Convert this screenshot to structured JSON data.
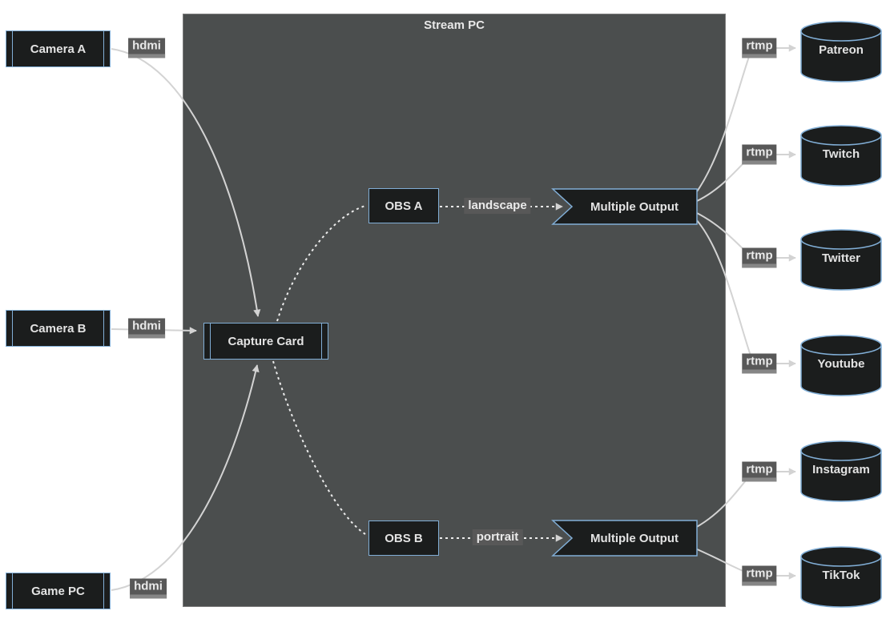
{
  "diagram": {
    "type": "flowchart",
    "cluster": {
      "title": "Stream PC"
    },
    "nodes": {
      "camera_a": {
        "label": "Camera A",
        "shape": "subroutine"
      },
      "camera_b": {
        "label": "Camera B",
        "shape": "subroutine"
      },
      "game_pc": {
        "label": "Game PC",
        "shape": "subroutine"
      },
      "capture_card": {
        "label": "Capture Card",
        "shape": "subroutine"
      },
      "obs_a": {
        "label": "OBS A",
        "shape": "rect"
      },
      "obs_b": {
        "label": "OBS B",
        "shape": "rect"
      },
      "multiple_output_a": {
        "label": "Multiple Output",
        "shape": "odd"
      },
      "multiple_output_b": {
        "label": "Multiple Output",
        "shape": "odd"
      },
      "patreon": {
        "label": "Patreon",
        "shape": "cylinder"
      },
      "twitch": {
        "label": "Twitch",
        "shape": "cylinder"
      },
      "twitter": {
        "label": "Twitter",
        "shape": "cylinder"
      },
      "youtube": {
        "label": "Youtube",
        "shape": "cylinder"
      },
      "instagram": {
        "label": "Instagram",
        "shape": "cylinder"
      },
      "tiktok": {
        "label": "TikTok",
        "shape": "cylinder"
      }
    },
    "edges": [
      {
        "from": "camera_a",
        "to": "capture_card",
        "label": "hdmi",
        "style": "solid"
      },
      {
        "from": "camera_b",
        "to": "capture_card",
        "label": "hdmi",
        "style": "solid"
      },
      {
        "from": "game_pc",
        "to": "capture_card",
        "label": "hdmi",
        "style": "solid"
      },
      {
        "from": "capture_card",
        "to": "obs_a",
        "label": "",
        "style": "dotted"
      },
      {
        "from": "capture_card",
        "to": "obs_b",
        "label": "",
        "style": "dotted"
      },
      {
        "from": "obs_a",
        "to": "multiple_output_a",
        "label": "landscape",
        "style": "dotted"
      },
      {
        "from": "obs_b",
        "to": "multiple_output_b",
        "label": "portrait",
        "style": "dotted"
      },
      {
        "from": "multiple_output_a",
        "to": "patreon",
        "label": "rtmp",
        "style": "solid"
      },
      {
        "from": "multiple_output_a",
        "to": "twitch",
        "label": "rtmp",
        "style": "solid"
      },
      {
        "from": "multiple_output_a",
        "to": "twitter",
        "label": "rtmp",
        "style": "solid"
      },
      {
        "from": "multiple_output_a",
        "to": "youtube",
        "label": "rtmp",
        "style": "solid"
      },
      {
        "from": "multiple_output_b",
        "to": "instagram",
        "label": "rtmp",
        "style": "solid"
      },
      {
        "from": "multiple_output_b",
        "to": "tiktok",
        "label": "rtmp",
        "style": "solid"
      }
    ],
    "colors": {
      "page_bg": "#ffffff",
      "node_fill": "#1b1d1d",
      "node_border": "#81aed6",
      "node_text": "#e3e3e3",
      "cluster_bg": "#4b4e4e",
      "cluster_border": "#7e7e7e",
      "cluster_title": "#e8e8e8",
      "edge_color": "#d3d3d3",
      "dotted_color": "#ececec",
      "label_bg": "#585858",
      "label_strip": "#868686",
      "label_text": "#eaeaea"
    }
  }
}
